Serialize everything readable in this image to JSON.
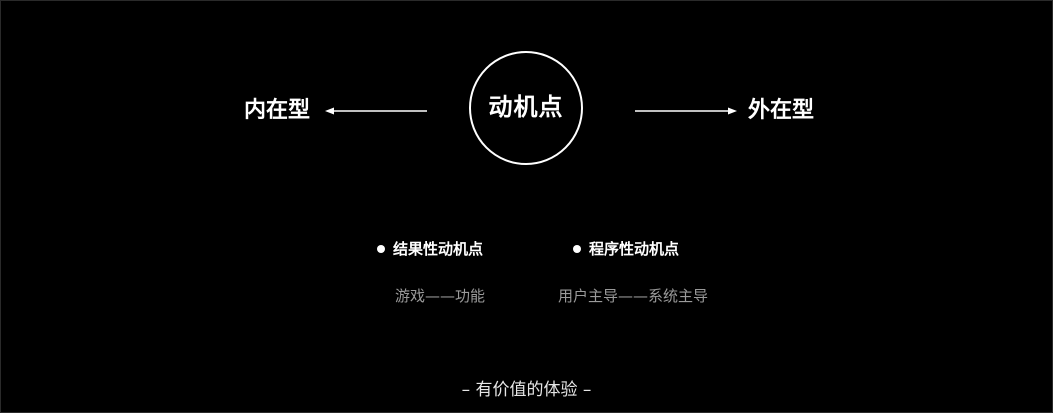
{
  "center": {
    "label": "动机点"
  },
  "left": {
    "label": "内在型"
  },
  "right": {
    "label": "外在型"
  },
  "types": [
    {
      "label": "结果性动机点",
      "detail": "游戏——功能"
    },
    {
      "label": "程序性动机点",
      "detail": "用户主导——系统主导"
    }
  ],
  "footer": {
    "text": "– 有价值的体验 –"
  }
}
